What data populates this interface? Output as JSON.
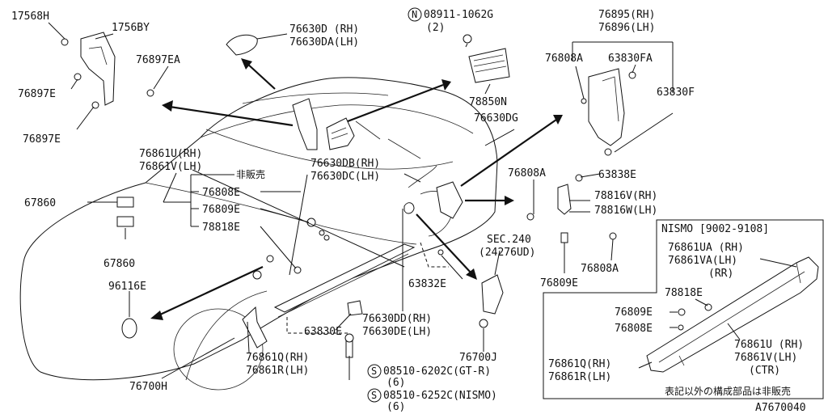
{
  "labels": {
    "p17568H": "17568H",
    "p17568Y": "1756BY",
    "p76897EA": "76897EA",
    "p76897E_a": "76897E",
    "p76897E_b": "76897E",
    "p76630D": "76630D (RH)",
    "p76630DA": "76630DA(LH)",
    "n08911_1": "08911-1062G",
    "n08911_2": "(2)",
    "p78850N": "78850N",
    "p76630DG": "76630DG",
    "p76895": "76895(RH)",
    "p76896": "76896(LH)",
    "p76808A_top": "76808A",
    "p63830FA": "63830FA",
    "p63830F": "63830F",
    "p76861U": "76861U(RH)",
    "p76861V": "76861V(LH)",
    "p_hihanbai": "非販売",
    "p76808E": "76808E",
    "p76809E": "76809E",
    "p78818E": "78818E",
    "p76630DB": "76630DB(RH)",
    "p76630DC": "76630DC(LH)",
    "p67860_a": "67860",
    "p67860_b": "67860",
    "p76808A_mid": "76808A",
    "p63838E": "63838E",
    "p78816V": "78816V(RH)",
    "p78816W": "78816W(LH)",
    "sec240_1": "SEC.240",
    "sec240_2": "(24276UD)",
    "p76808A_low": "76808A",
    "p76809E_mid": "76809E",
    "p63832E": "63832E",
    "p96116E": "96116E",
    "p76630DD": "76630DD(RH)",
    "p76630DE": "76630DE(LH)",
    "p63830E": "63830E",
    "p76700J": "76700J",
    "p76861Q": "76861Q(RH)",
    "p76861R": "76861R(LH)",
    "s08510_1": "08510-6202C(GT-R)",
    "s08510_1q": "(6)",
    "s08510_2": "08510-6252C(NISMO)",
    "s08510_2q": "(6)",
    "p76700H": "76700H",
    "nismo_title": "NISMO [9002-9108]",
    "n76861UA": "76861UA (RH)",
    "n76861VA": "76861VA(LH)",
    "n_rr": "(RR)",
    "n78818E": "78818E",
    "n76809E": "76809E",
    "n76808E": "76808E",
    "n76861U": "76861U (RH)",
    "n76861V": "76861V(LH)",
    "n_ctr": "(CTR)",
    "n76861Q": "76861Q(RH)",
    "n76861R": "76861R(LH)",
    "nismo_note": "表記以外の構成部品は非販売",
    "diagram_code": "A7670040",
    "circle_n": "N",
    "circle_s1": "S",
    "circle_s2": "S"
  }
}
